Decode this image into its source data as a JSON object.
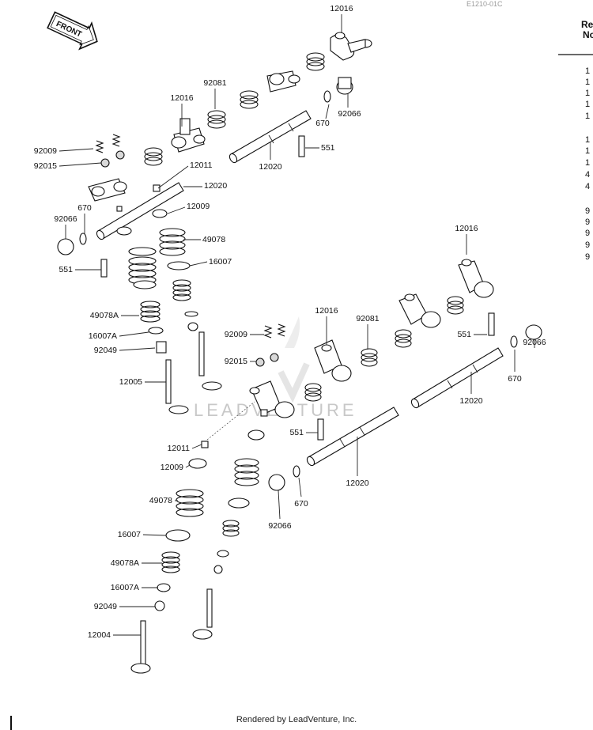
{
  "header": {
    "code": "E1210-01C",
    "ref_title_1": "Re",
    "ref_title_2": "No"
  },
  "front_arrow": {
    "label": "FRONT"
  },
  "watermark": "LEADVENTURE",
  "callouts": [
    "12016",
    "92081",
    "12016",
    "670",
    "92066",
    "92009",
    "92015",
    "12011",
    "12020",
    "551",
    "12020",
    "670",
    "92066",
    "12009",
    "49078",
    "16007",
    "551",
    "49078A",
    "16007A",
    "92049",
    "12005",
    "12016",
    "12016",
    "92081",
    "92009",
    "92015",
    "551",
    "92066",
    "670",
    "12020",
    "12011",
    "551",
    "12009",
    "49078",
    "12020",
    "670",
    "92066",
    "16007",
    "49078A",
    "16007A",
    "92049",
    "12004"
  ],
  "ref_column": [
    "1",
    "1",
    "1",
    "1",
    "1",
    "1",
    "1",
    "1",
    "4",
    "4",
    "9",
    "9",
    "9",
    "9",
    "9"
  ],
  "footer": "Rendered by LeadVenture, Inc."
}
